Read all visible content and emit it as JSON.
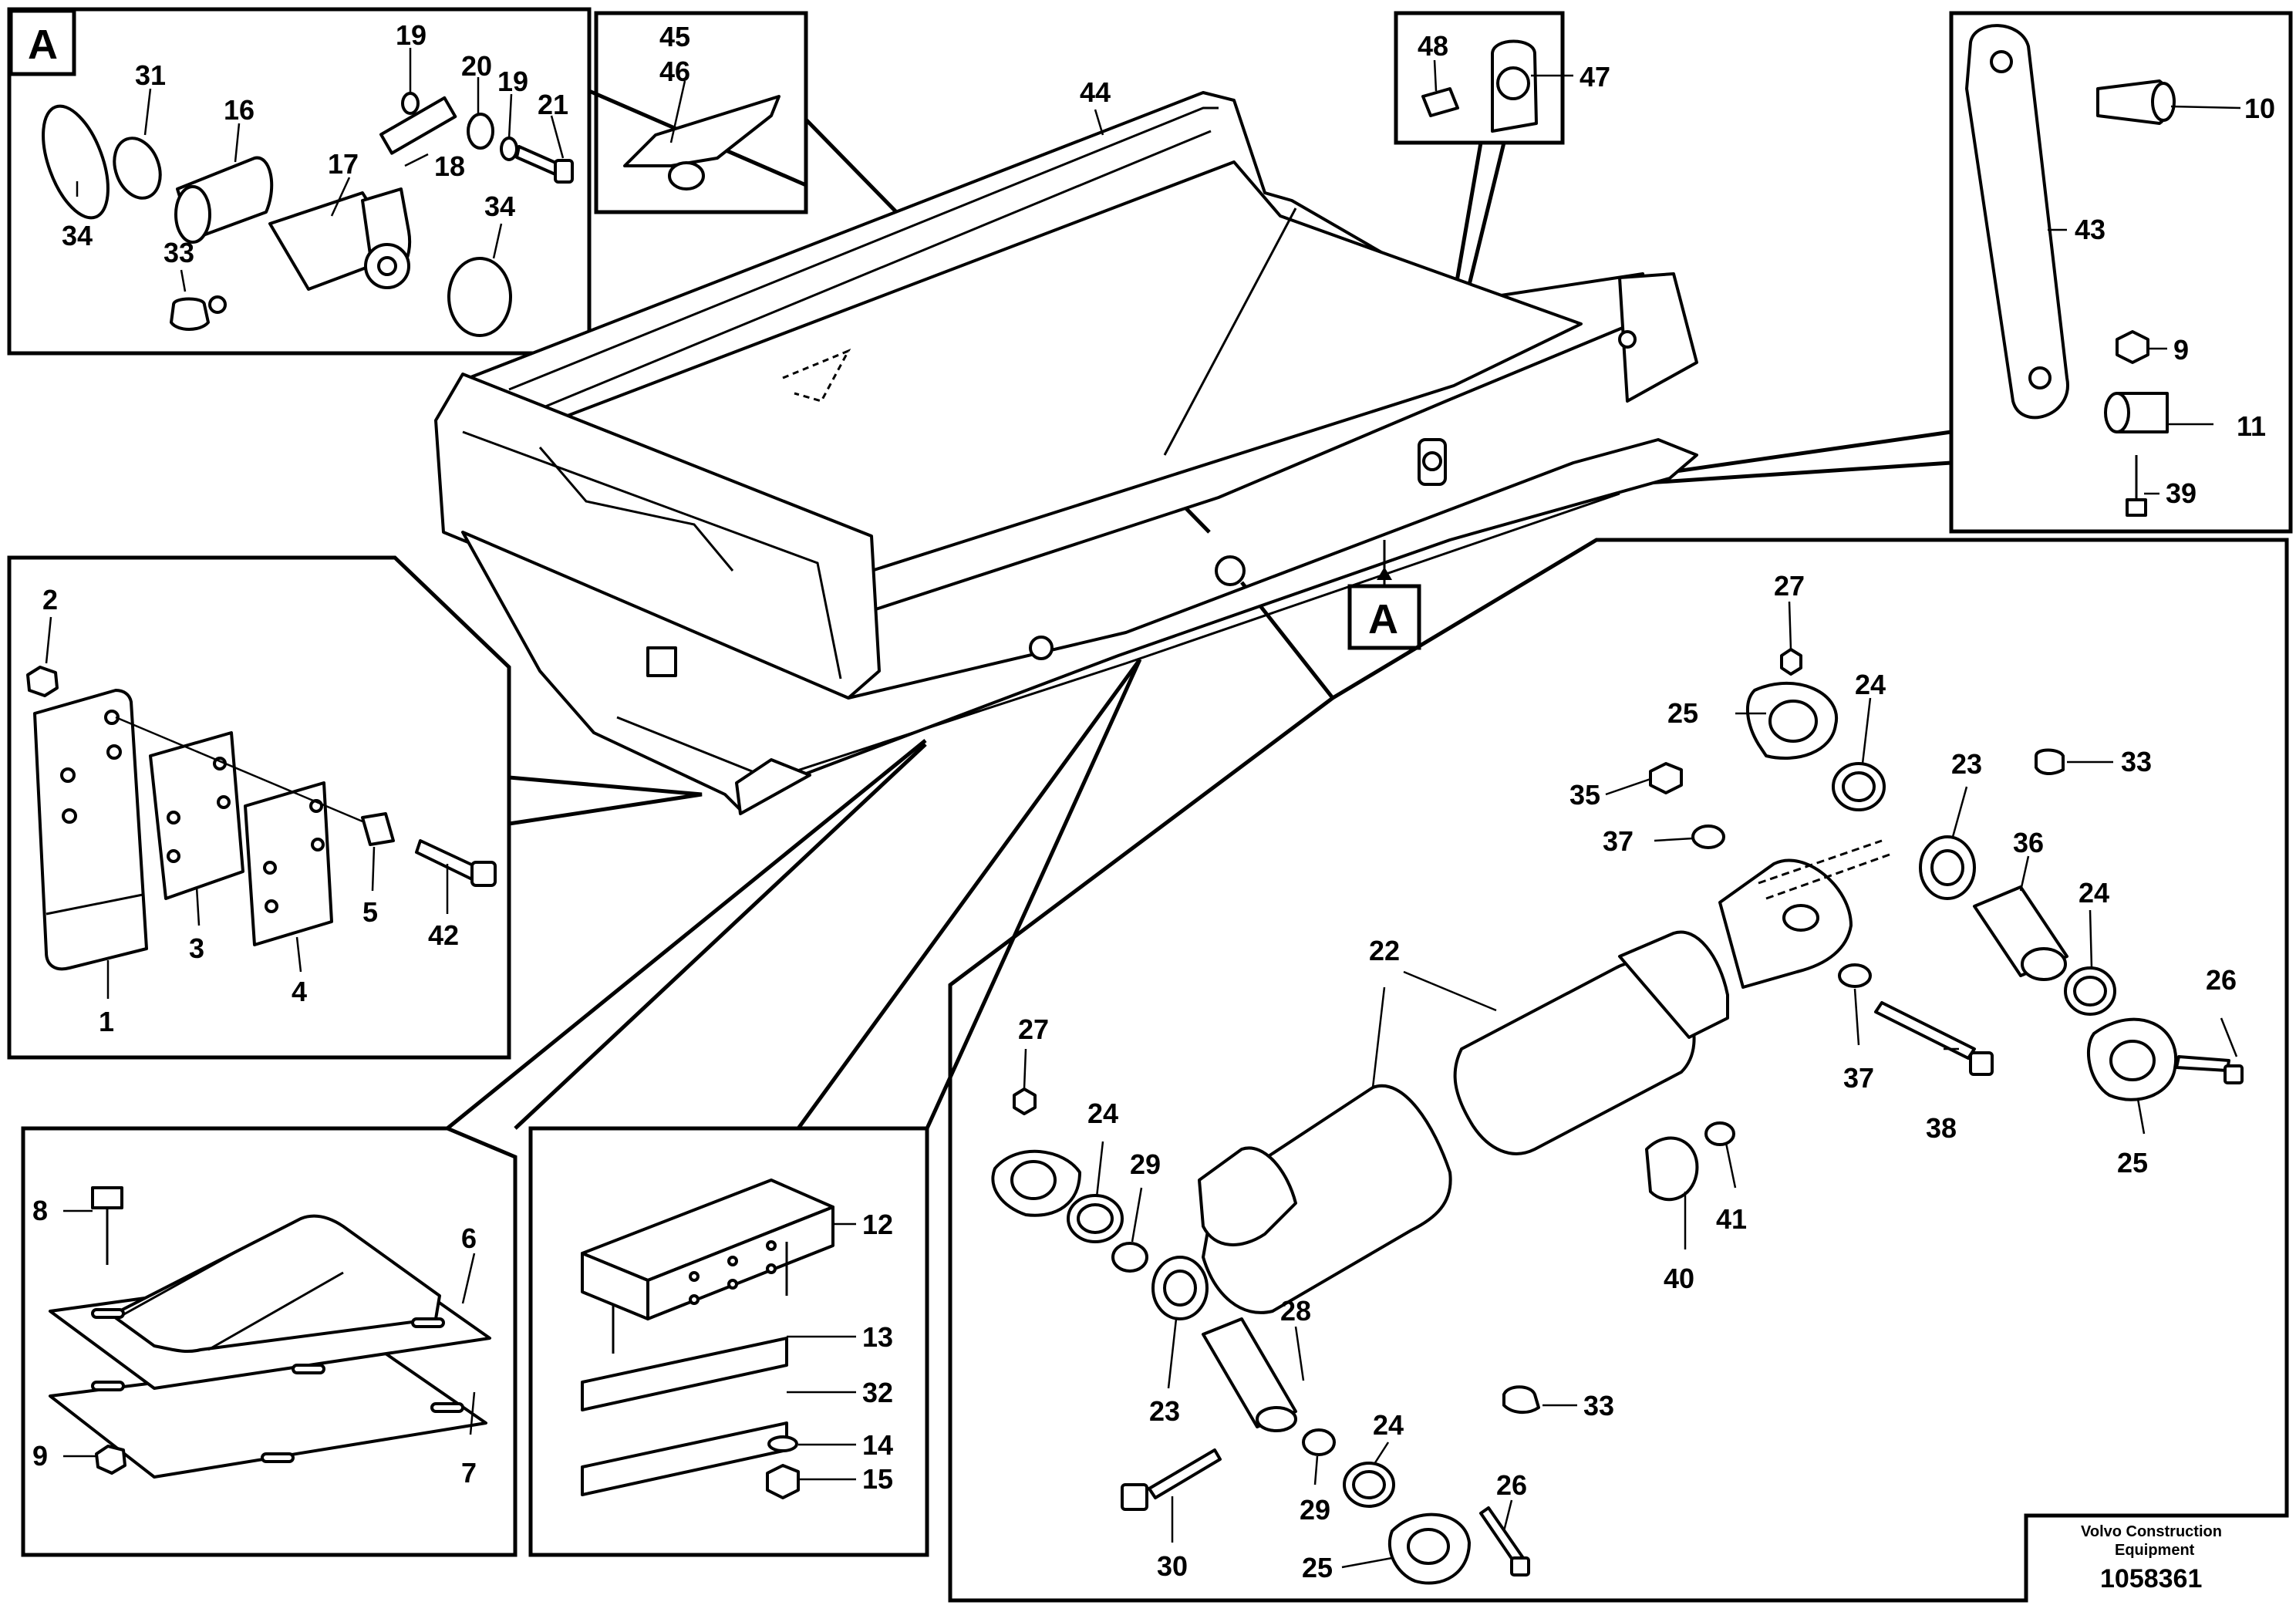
{
  "footer": {
    "brand_line1": "Volvo Construction",
    "brand_line2": "Equipment",
    "drawing_number": "1058361"
  },
  "markers": {
    "detail_A": "A",
    "body_A": "A"
  },
  "detail_a": [
    "19",
    "31",
    "20",
    "19",
    "21",
    "16",
    "18",
    "17",
    "34",
    "34",
    "33"
  ],
  "top_middle": [
    "45",
    "46",
    "44"
  ],
  "top_right_small": [
    "48",
    "47"
  ],
  "right_link": [
    "10",
    "43",
    "9",
    "11",
    "39"
  ],
  "wear_plate": [
    "2",
    "3",
    "5",
    "42",
    "4",
    "1"
  ],
  "pad": [
    "8",
    "6",
    "9",
    "7"
  ],
  "block": [
    "12",
    "13",
    "32",
    "14",
    "15"
  ],
  "cylinder": [
    "27",
    "25",
    "24",
    "33",
    "35",
    "23",
    "37",
    "36",
    "24",
    "22",
    "26",
    "27",
    "24",
    "29",
    "37",
    "38",
    "25",
    "40",
    "41",
    "28",
    "23",
    "33",
    "24",
    "29",
    "26",
    "30",
    "25"
  ]
}
